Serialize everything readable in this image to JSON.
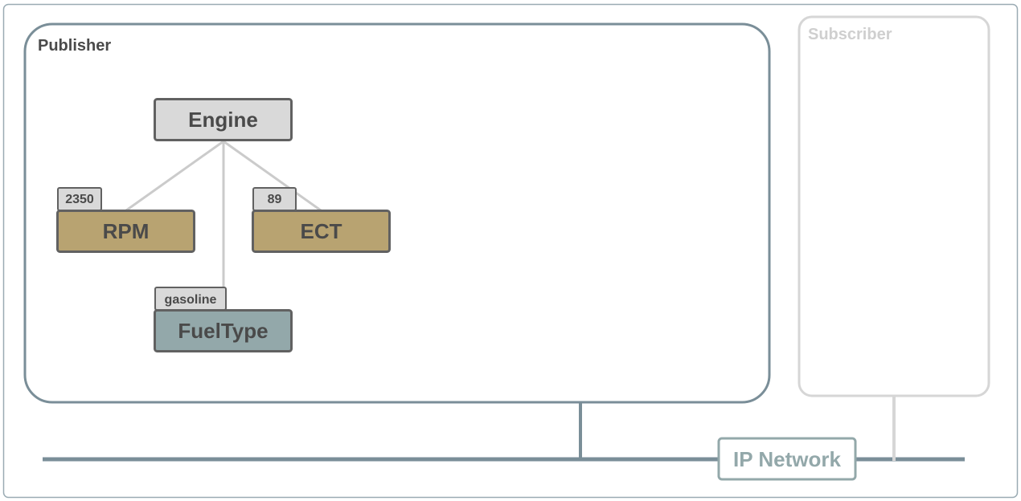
{
  "publisher": {
    "label": "Publisher",
    "nodes": {
      "engine": {
        "label": "Engine"
      },
      "rpm": {
        "label": "RPM",
        "value": "2350"
      },
      "ect": {
        "label": "ECT",
        "value": "89"
      },
      "fueltype": {
        "label": "FuelType",
        "value": "gasoline"
      }
    }
  },
  "subscriber": {
    "label": "Subscriber"
  },
  "network": {
    "label": "IP Network"
  },
  "colors": {
    "frame": "#7a8e98",
    "subscriber_frame": "#d6d6d6",
    "node_border": "#616161",
    "engine_fill": "#d9d9d9",
    "sensor_fill": "#b8a371",
    "fueltype_fill": "#93a8aa",
    "value_tag_fill": "#d9d9d9",
    "tree_edge": "#cbcbcb",
    "text": "#4a4a4a",
    "network_label": "#93a8aa"
  }
}
